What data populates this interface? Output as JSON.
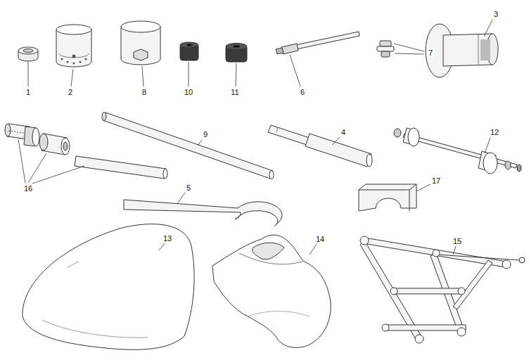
{
  "diagram": {
    "labels": [
      "1",
      "2",
      "8",
      "10",
      "11",
      "6",
      "7",
      "3",
      "9",
      "4",
      "12",
      "16",
      "5",
      "17",
      "13",
      "14",
      "15"
    ]
  }
}
